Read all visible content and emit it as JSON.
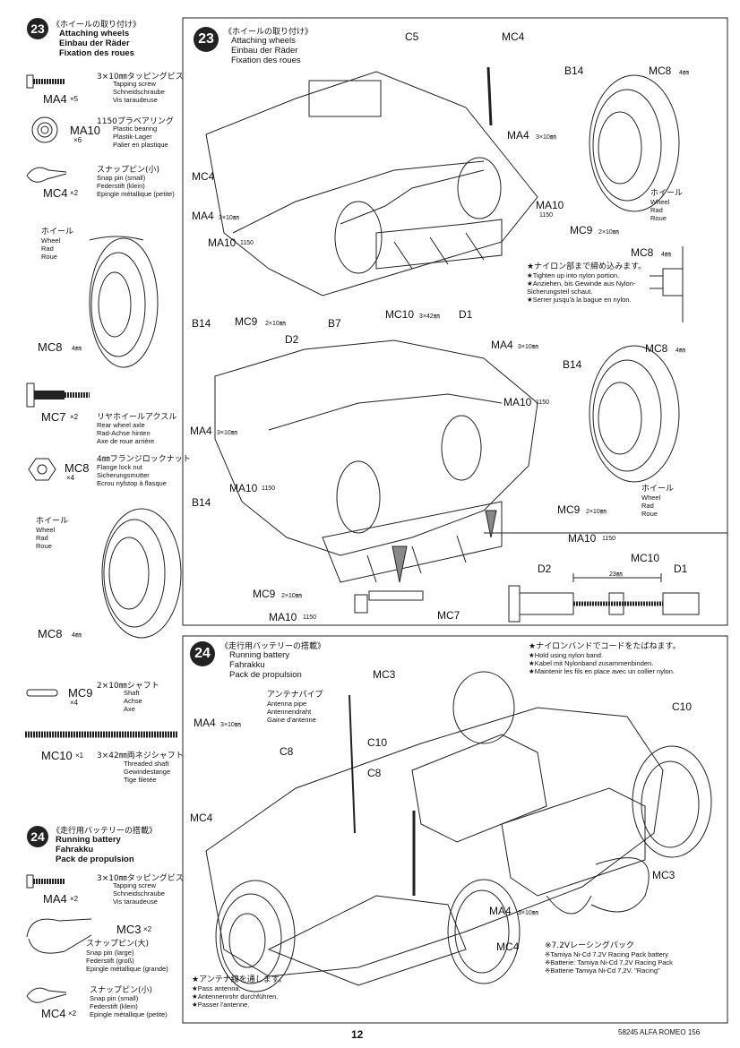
{
  "step23_left": {
    "number": "23",
    "title_jp": "《ホイールの取り付け》",
    "title_en": "Attaching wheels",
    "title_de": "Einbau der Räder",
    "title_fr": "Fixation des roues",
    "parts": [
      {
        "code": "MA4",
        "qty": "×5",
        "spec_jp": "3×10㎜タッピングビス",
        "desc": [
          "Tapping screw",
          "Schneidschraube",
          "Vis taraudeuse"
        ]
      },
      {
        "code": "MA10",
        "qty": "×6",
        "spec_jp": "1150プラベアリング",
        "desc": [
          "Plastic bearing",
          "Plastik-Lager",
          "Palier en plastique"
        ]
      },
      {
        "code": "MC4",
        "qty": "×2",
        "spec_jp": "スナップピン(小)",
        "desc": [
          "Snap pin (small)",
          "Federstift (klein)",
          "Epingle métallique (petite)"
        ]
      },
      {
        "code": "MC7",
        "qty": "×2",
        "spec_jp": "リヤホイールアクスル",
        "desc": [
          "Rear wheel axle",
          "Rad-Achse hinten",
          "Axe de roue arrière"
        ]
      },
      {
        "code": "MC8",
        "qty": "×4",
        "spec_jp": "4㎜フランジロックナット",
        "desc": [
          "Flange lock nut",
          "Sicherungsmutter",
          "Ecrou nylstop à flasque"
        ]
      }
    ],
    "wheel_label": [
      "ホイール",
      "Wheel",
      "Rad",
      "Roue"
    ],
    "mc8_label": "MC8",
    "mc8_size": "4㎜"
  },
  "step24_left": {
    "number": "24",
    "title_jp": "《走行用バッテリーの搭載》",
    "title_en": "Running battery",
    "title_de": "Fahrakku",
    "title_fr": "Pack de propulsion",
    "parts": [
      {
        "code": "MA4",
        "qty": "×2",
        "spec_jp": "3×10㎜タッピングビス",
        "desc": [
          "Tapping screw",
          "Schneidschraube",
          "Vis taraudeuse"
        ]
      },
      {
        "code": "MC3",
        "qty": "×2",
        "spec_jp": "スナップピン(大)",
        "desc": [
          "Snap pin (large)",
          "Federstift (groß)",
          "Epingle métallique (grande)"
        ]
      },
      {
        "code": "MC4",
        "qty": "×2",
        "spec_jp": "スナップピン(小)",
        "desc": [
          "Snap pin (small)",
          "Federstift (klein)",
          "Epingle métallique (petite)"
        ]
      }
    ]
  },
  "shafts": [
    {
      "code": "MC9",
      "qty": "×4",
      "spec_jp": "2×10㎜シャフト",
      "desc": [
        "Shaft",
        "Achse",
        "Axe"
      ]
    },
    {
      "code": "MC10",
      "qty": "×1",
      "spec_jp": "3×42㎜両ネジシャフト",
      "desc": [
        "Threaded shaft",
        "Gewindestange",
        "Tige filetée"
      ]
    }
  ],
  "step23_panel": {
    "number": "23",
    "title_jp": "《ホイールの取り付け》",
    "title_en": "Attaching wheels",
    "title_de": "Einbau der Räder",
    "title_fr": "Fixation des roues",
    "labels": {
      "c5": "C5",
      "mc4_top": "MC4",
      "b14_a": "B14",
      "mc8_a": "MC8",
      "mc8_a_size": "4㎜",
      "ma4_a": "MA4",
      "ma4_a_size": "3×10㎜",
      "mc4_b": "MC4",
      "ma4_b": "MA4",
      "ma4_b_size": "3×10㎜",
      "ma10_a": "MA10",
      "ma10_a_size": "1150",
      "ma10_b": "MA10",
      "ma10_b_size": "1150",
      "mc9_a": "MC9",
      "mc9_a_size": "2×10㎜",
      "mc9_b": "MC9",
      "mc9_b_size": "2×10㎜",
      "b14_b": "B14",
      "mc8_b": "MC8",
      "mc8_b_size": "4㎜",
      "mc10": "MC10",
      "mc10_size": "3×42㎜",
      "d1": "D1",
      "d2": "D2",
      "b7": "B7",
      "ma4_c": "MA4",
      "ma4_c_size": "3×10㎜",
      "mc8_c": "MC8",
      "mc8_c_size": "4㎜",
      "b14_c": "B14",
      "ma10_c": "MA10",
      "ma10_c_size": "1150",
      "ma4_d": "MA4",
      "ma4_d_size": "3×10㎜",
      "ma10_d": "MA10",
      "ma10_d_size": "1150",
      "b14_d": "B14",
      "mc9_c": "MC9",
      "mc9_c_size": "2×10㎜",
      "mc9_d": "MC9",
      "mc9_d_size": "2×10㎜",
      "ma10_e": "MA10",
      "ma10_e_size": "1150",
      "ma10_f": "MA10",
      "ma10_f_size": "1150",
      "mc7": "MC7",
      "d2_b": "D2",
      "mc10_b": "MC10",
      "d1_b": "D1",
      "dim": "23㎜"
    },
    "wheel_a": [
      "ホイール",
      "Wheel",
      "Rad",
      "Roue"
    ],
    "wheel_b": [
      "ホイール",
      "Wheel",
      "Rad",
      "Roue"
    ],
    "mc8_note": {
      "label": "MC8",
      "size": "4㎜",
      "lines": [
        "★ナイロン部まで締め込みます。",
        "★Tighten up into nylon portion.",
        "★Anziehen, bis Gewinde aus Nylon-Sicherungsteil schaut.",
        "★Serrer jusqu'à la bague en nylon."
      ]
    }
  },
  "step24_panel": {
    "number": "24",
    "title_jp": "《走行用バッテリーの搭載》",
    "title_en": "Running battery",
    "title_de": "Fahrakku",
    "title_fr": "Pack de propulsion",
    "band_note": [
      "★ナイロンバンドでコードをたばねます。",
      "★Hold using nylon band.",
      "★Kabel mit Nylonband zusammenbinden.",
      "★Maintenir les fils en place avec un collier nylon."
    ],
    "antenna_pipe": [
      "アンテナパイプ",
      "Antenna pipe",
      "Antennendraht",
      "Gaine d'antenne"
    ],
    "labels": {
      "mc3_a": "MC3",
      "ma4_a": "MA4",
      "ma4_a_size": "3×10㎜",
      "c8_a": "C8",
      "c10_a": "C10",
      "c10_b": "C10",
      "c8_b": "C8",
      "mc4_a": "MC4",
      "mc3_b": "MC3",
      "ma4_b": "MA4",
      "ma4_b_size": "3×10㎜",
      "mc4_b": "MC4"
    },
    "battery_note": [
      "※7.2Vレーシングパック",
      "※Tamiya Ni-Cd 7.2V Racing Pack battery",
      "※Batterie: Tamiya Ni-Cd 7,2V Racing Pack",
      "※Batterie Tamiya Ni-Cd 7,2V. \"Racing\""
    ],
    "antenna_note": [
      "★アンテナ線を通します。",
      "★Pass antenna.",
      "★Antennenrohr durchführen.",
      "★Passer l'antenne."
    ]
  },
  "footer": {
    "page": "12",
    "model": "58245 ALFA ROMEO 156"
  }
}
